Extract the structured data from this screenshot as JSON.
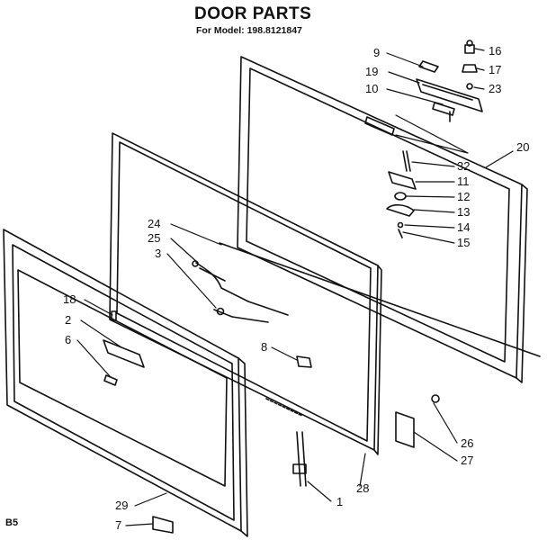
{
  "diagram": {
    "title": "DOOR PARTS",
    "subtitle": "For Model: 198.8121847",
    "corner_code": "B5",
    "callouts": {
      "c1": "1",
      "c2": "2",
      "c3": "3",
      "c6": "6",
      "c7": "7",
      "c8": "8",
      "c9": "9",
      "c10": "10",
      "c11": "11",
      "c12": "12",
      "c13": "13",
      "c14": "14",
      "c15": "15",
      "c16": "16",
      "c17": "17",
      "c18": "18",
      "c19": "19",
      "c20": "20",
      "c23": "23",
      "c24": "24",
      "c25": "25",
      "c26": "26",
      "c27": "27",
      "c28": "28",
      "c29": "29",
      "c32": "32"
    }
  }
}
